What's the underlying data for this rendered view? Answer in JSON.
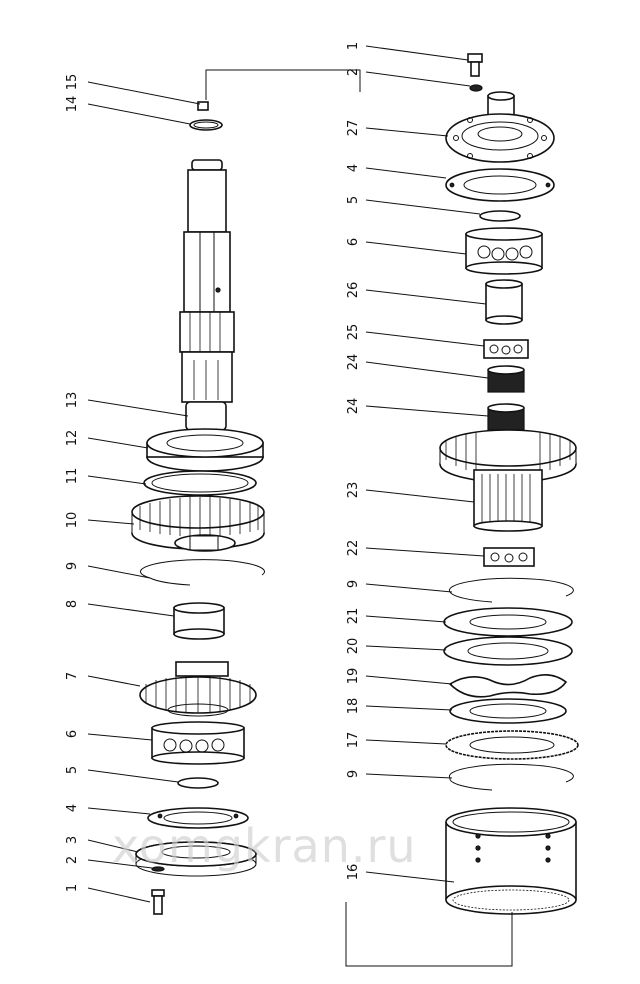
{
  "watermark": "xomgkran.ru",
  "labels": [
    {
      "id": "l1",
      "text": "1"
    },
    {
      "id": "l2",
      "text": "2"
    },
    {
      "id": "l27",
      "text": "27"
    },
    {
      "id": "l4r",
      "text": "4"
    },
    {
      "id": "l5r",
      "text": "5"
    },
    {
      "id": "l6r",
      "text": "6"
    },
    {
      "id": "l26",
      "text": "26"
    },
    {
      "id": "l25",
      "text": "25"
    },
    {
      "id": "l24a",
      "text": "24"
    },
    {
      "id": "l24b",
      "text": "24"
    },
    {
      "id": "l23",
      "text": "23"
    },
    {
      "id": "l22",
      "text": "22"
    },
    {
      "id": "l9r1",
      "text": "9"
    },
    {
      "id": "l21",
      "text": "21"
    },
    {
      "id": "l20",
      "text": "20"
    },
    {
      "id": "l19",
      "text": "19"
    },
    {
      "id": "l18",
      "text": "18"
    },
    {
      "id": "l17",
      "text": "17"
    },
    {
      "id": "l9r2",
      "text": "9"
    },
    {
      "id": "l16",
      "text": "16"
    },
    {
      "id": "l15",
      "text": "15"
    },
    {
      "id": "l14",
      "text": "14"
    },
    {
      "id": "l13",
      "text": "13"
    },
    {
      "id": "l12",
      "text": "12"
    },
    {
      "id": "l11",
      "text": "11"
    },
    {
      "id": "l10",
      "text": "10"
    },
    {
      "id": "l9l",
      "text": "9"
    },
    {
      "id": "l8",
      "text": "8"
    },
    {
      "id": "l7",
      "text": "7"
    },
    {
      "id": "l6l",
      "text": "6"
    },
    {
      "id": "l5l",
      "text": "5"
    },
    {
      "id": "l4l",
      "text": "4"
    },
    {
      "id": "l3",
      "text": "3"
    },
    {
      "id": "l2l",
      "text": "2"
    },
    {
      "id": "l1l",
      "text": "1"
    }
  ]
}
